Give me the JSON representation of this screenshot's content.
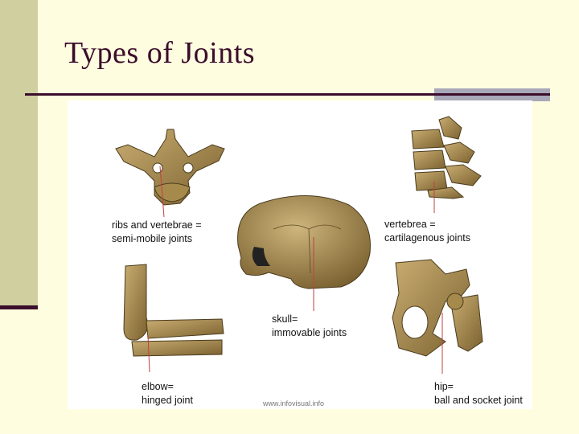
{
  "slide": {
    "title": "Types of Joints",
    "colors": {
      "background": "#fffde0",
      "accent": "#3b0d2b",
      "sidebar": "#cfcf9f",
      "bone": "#8b6f3a"
    }
  },
  "diagram": {
    "labels": {
      "ribs_line1": "ribs and vertebrae =",
      "ribs_line2": "semi-mobile joints",
      "vertebrae_line1": "vertebrea =",
      "vertebrae_line2": "cartilagenous joints",
      "skull_line1": "skull=",
      "skull_line2": "immovable joints",
      "elbow_line1": "elbow=",
      "elbow_line2": "hinged joint",
      "hip_line1": "hip=",
      "hip_line2": "ball and socket joint"
    },
    "watermark": "www.infovisual.info"
  }
}
